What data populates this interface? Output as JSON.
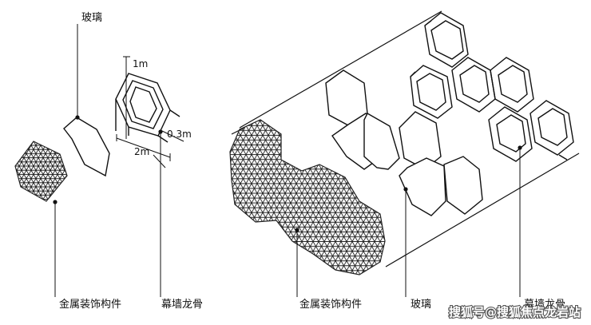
{
  "labels": {
    "glass_small": "玻璃",
    "metal_small": "金属装饰构件",
    "frame_small": "幕墙龙骨",
    "metal_large": "金属装饰构件",
    "glass_large": "玻璃",
    "frame_large": "幕墙龙骨"
  },
  "dimensions": {
    "height": "1m",
    "width": "2m",
    "depth": "0.3m"
  },
  "watermark": "搜狐号@搜狐焦点龙岩站"
}
